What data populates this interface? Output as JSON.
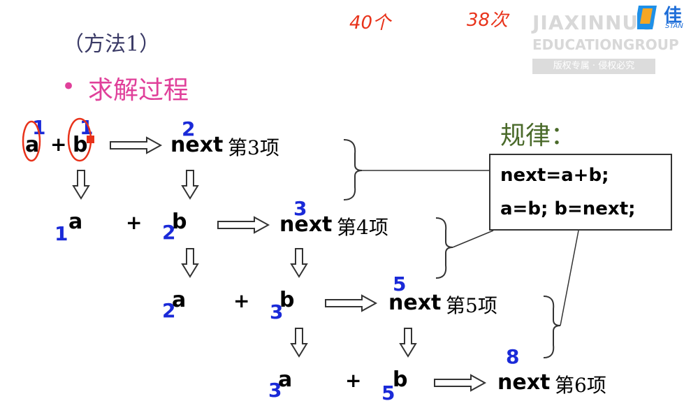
{
  "title": {
    "method": "（方法1）",
    "bullet": "•",
    "heading": "求解过程"
  },
  "rows": [
    {
      "a": "a",
      "plus": "+",
      "b": "b",
      "next": "next",
      "term": "第3项",
      "a_index": "1",
      "b_index": "1",
      "next_index": "2"
    },
    {
      "a": "a",
      "plus": "+",
      "b": "b",
      "next": "next",
      "term": "第4项",
      "a_index": "1",
      "b_index": "2",
      "next_index": "3"
    },
    {
      "a": "a",
      "plus": "+",
      "b": "b",
      "next": "next",
      "term": "第5项",
      "a_index": "2",
      "b_index": "3",
      "next_index": "5"
    },
    {
      "a": "a",
      "plus": "+",
      "b": "b",
      "next": "next",
      "term": "第6项",
      "a_index": "3",
      "b_index": "5",
      "next_index": "8"
    }
  ],
  "rule": {
    "title": "规律：",
    "line1": "next=a+b;",
    "line2": "a=b;   b=next;"
  },
  "annotations": {
    "handwritten_1": "40个",
    "handwritten_2": "38次"
  },
  "watermark": {
    "brand": "JIAXINNUO",
    "group": "EDUCATIONGROUP",
    "notice": "版权专属 · 侵权必究",
    "logo_char": "佳",
    "logo_sub": "STAN"
  },
  "colors": {
    "heading": "#e0409a",
    "index_blue": "#1a2ad8",
    "annotation_red": "#e8321a",
    "rule_title": "#4a6a2a"
  }
}
